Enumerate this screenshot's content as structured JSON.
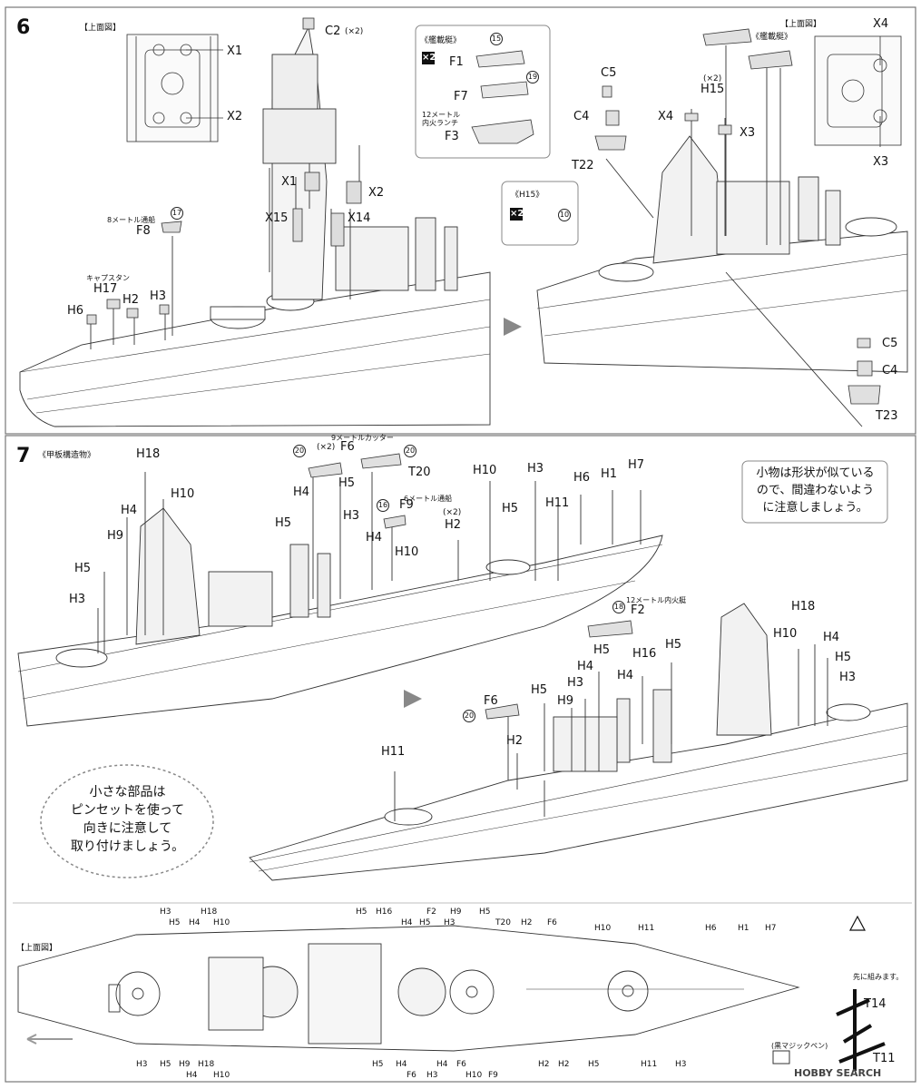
{
  "step6": {
    "number": "6",
    "top_view_left": "【上面図】",
    "top_view_right": "【上面図】",
    "boats_title": "《艦載艇》",
    "boats_title_right": "《艦載艇》",
    "x2": "×2",
    "h15_title": "《H15》",
    "launch_note": "12メートル\n内火ランチ",
    "capstan": "キャプスタン",
    "boat8": "8メートル通船",
    "x2_paren": "(×2)",
    "labels": {
      "x1a": "X1",
      "x2a": "X2",
      "c2": "C2",
      "c2x": "(×2)",
      "x1b": "X1",
      "x2b": "X2",
      "x15": "X15",
      "x14": "X14",
      "f1": "F1",
      "f7": "F7",
      "f3": "F3",
      "f8": "F8",
      "h17": "H17",
      "h2": "H2",
      "h3": "H3",
      "h6": "H6",
      "c5": "C5",
      "c4": "C4",
      "t22": "T22",
      "x4a": "X4",
      "h15": "H15",
      "x3a": "X3",
      "x4b": "X4",
      "x3b": "X3",
      "c5b": "C5",
      "c4b": "C4",
      "t23": "T23"
    },
    "circled": {
      "n15": "15",
      "n19": "19",
      "n17": "17",
      "n10": "10"
    }
  },
  "step7": {
    "number": "7",
    "title": "《甲板構造物》",
    "cutter": "9メートルカッター",
    "boat6": "6メートル通船",
    "launch12": "12メートル内火艇",
    "top_view": "【上面図】",
    "warning_note": "小物は形状が似ている\nので、間違わないよう\nに注意しましょう。",
    "tweezers_note": "小さな部品は\nピンセットを使って\n向きに注意して\n取り付けましょう。",
    "pre_assemble": "先に組みます。",
    "marker": "(黒マジックペン)",
    "x2a": "(×2)",
    "x2b": "(×2)",
    "circled": {
      "n20a": "20",
      "n20b": "20",
      "n16": "16",
      "n18": "18",
      "n20c": "20"
    },
    "left_ship_labels": {
      "h18": "H18",
      "h10a": "H10",
      "h4a": "H4",
      "h9": "H9",
      "h5a": "H5",
      "h3a": "H3",
      "f6": "F6",
      "t20": "T20",
      "f9": "F9",
      "h4b": "H4",
      "h5b": "H5",
      "h3b": "H3",
      "h4c": "H4",
      "h10b": "H10",
      "h2": "H2",
      "h10c": "H10",
      "h5c": "H5",
      "h3c": "H3",
      "h11": "H11",
      "h6": "H6",
      "h1": "H1",
      "h7": "H7",
      "h5d": "H5"
    },
    "right_ship_labels": {
      "f2": "F2",
      "h18": "H18",
      "h10": "H10",
      "h4a": "H4",
      "h5a": "H5",
      "h3a": "H3",
      "h5b": "H5",
      "h16": "H16",
      "h5c": "H5",
      "h4b": "H4",
      "h4c": "H4",
      "h3b": "H3",
      "h5d": "H5",
      "h9": "H9",
      "f6": "F6",
      "h2": "H2",
      "h11": "H11"
    },
    "top_row_upper": [
      "H3",
      "H5",
      "H4",
      "H18",
      "H10",
      "H5",
      "H16",
      "H4",
      "H5",
      "F2",
      "H3",
      "H9",
      "H5",
      "T20",
      "H2",
      "F6",
      "H10",
      "H11",
      "H6",
      "H1",
      "H7"
    ],
    "top_row_lower": [
      "H3",
      "H5",
      "H9",
      "H4",
      "H18",
      "H10",
      "H5",
      "H4",
      "F6",
      "H3",
      "H4",
      "F6",
      "H10",
      "F9",
      "H2",
      "H2",
      "H5",
      "H11",
      "H3"
    ],
    "t14": "T14",
    "t11": "T11",
    "watermark": "HOBBY SEARCH"
  }
}
